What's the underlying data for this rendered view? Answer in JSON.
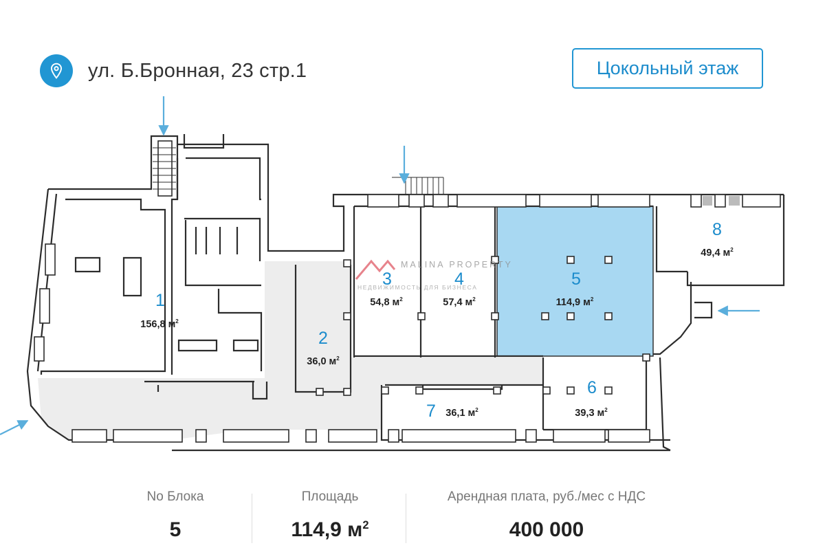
{
  "header": {
    "address": "ул. Б.Бронная, 23 стр.1",
    "location_icon": "map-pin-icon",
    "floor_button": "Цокольный этаж"
  },
  "watermark": {
    "brand": "MALINA PROPERTY",
    "tagline": "НЕДВИЖИМОСТЬ ДЛЯ БИЗНЕСА"
  },
  "plan": {
    "highlight_color": "#a8d8f2",
    "accent_color": "#1c8ccc",
    "corridor_color": "#ededed",
    "blocks": [
      {
        "number": "1",
        "area": "156,8 м",
        "highlighted": false
      },
      {
        "number": "2",
        "area": "36,0 м",
        "highlighted": false
      },
      {
        "number": "3",
        "area": "54,8 м",
        "highlighted": false
      },
      {
        "number": "4",
        "area": "57,4 м",
        "highlighted": false
      },
      {
        "number": "5",
        "area": "114,9 м",
        "highlighted": true
      },
      {
        "number": "6",
        "area": "39,3 м",
        "highlighted": false
      },
      {
        "number": "7",
        "area": "36,1 м",
        "highlighted": false
      },
      {
        "number": "8",
        "area": "49,4 м",
        "highlighted": false
      }
    ],
    "area_unit_sup": "2"
  },
  "info": {
    "block_label": "No Блока",
    "block_value": "5",
    "area_label": "Площадь",
    "area_value": "114,9 м",
    "area_sup": "2",
    "rent_label": "Арендная плата, руб./мес с НДС",
    "rent_value": "400 000"
  }
}
